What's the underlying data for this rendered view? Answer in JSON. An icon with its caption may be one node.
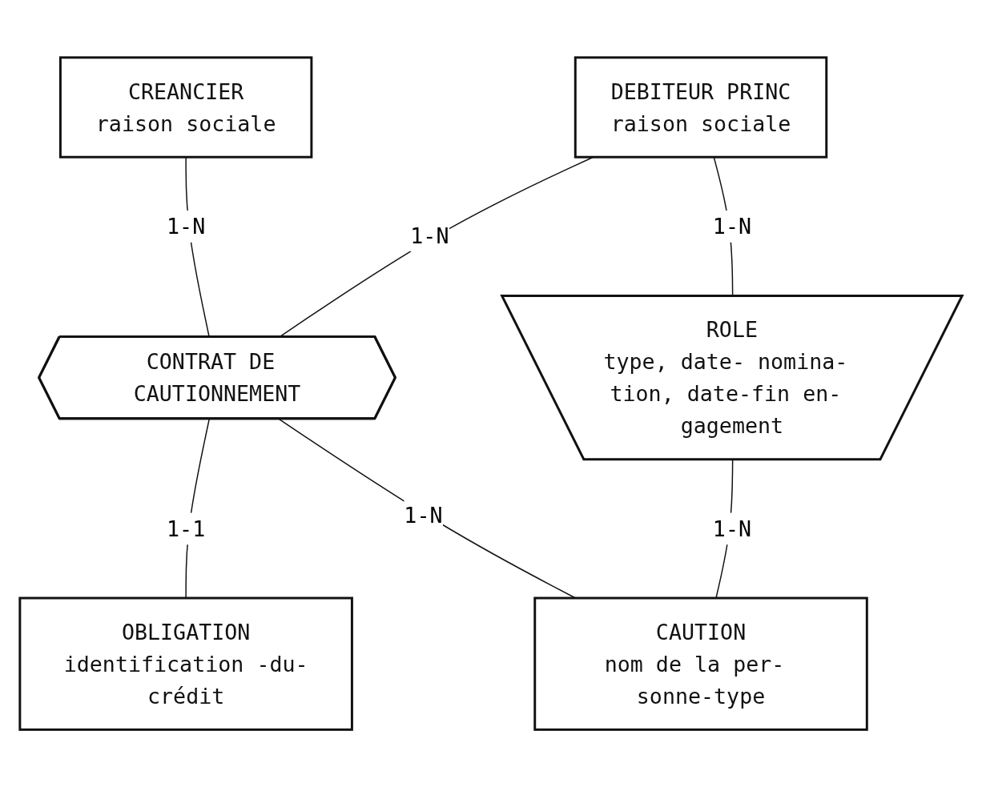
{
  "diagram": {
    "nodes": [
      {
        "text": [
          "CREANCIER",
          "raison sociale"
        ]
      },
      {
        "text": [
          "DEBITEUR PRINC",
          "raison sociale"
        ]
      },
      {
        "text": [
          "CONTRAT DE CAUTIONNEMENT"
        ]
      },
      {
        "text": [
          "ROLE",
          "type, date- nomina- tion, date-fin en- gagement"
        ]
      },
      {
        "text": [
          "OBLIGATION",
          "identification -du-crédit"
        ]
      },
      {
        "text": [
          "CAUTION",
          "nom de la per- sonne-type"
        ]
      }
    ],
    "edges": [
      {
        "from": 0,
        "to": 2,
        "arrow": "none",
        "label": "1-N"
      },
      {
        "from": 1,
        "to": 2,
        "arrow": "none",
        "label": "1-N"
      },
      {
        "from": 1,
        "to": 3,
        "arrow": "none",
        "label": "1-N"
      },
      {
        "from": 2,
        "to": 4,
        "arrow": "none",
        "label": "1-1"
      },
      {
        "from": 2,
        "to": 5,
        "arrow": "none",
        "label": "1-N"
      },
      {
        "from": 3,
        "to": 5,
        "arrow": "none",
        "label": "1-N"
      }
    ]
  }
}
